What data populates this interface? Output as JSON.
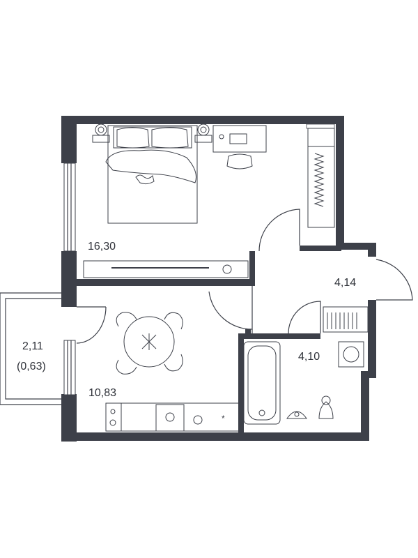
{
  "colors": {
    "wall": "#3d4049",
    "background": "#ffffff"
  },
  "rooms": {
    "bedroom": {
      "area": "16,30"
    },
    "hall": {
      "area": "4,14"
    },
    "bathroom": {
      "area": "4,10"
    },
    "kitchen": {
      "area": "10,83"
    },
    "balcony": {
      "area": "2,11",
      "reduced_area": "(0,63)"
    }
  }
}
